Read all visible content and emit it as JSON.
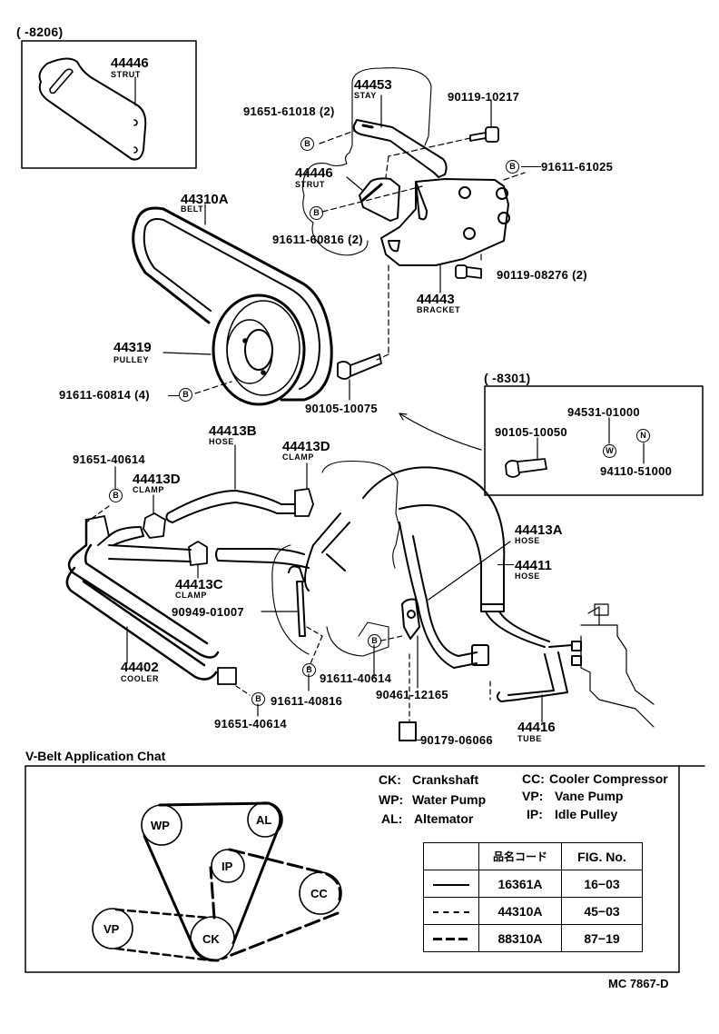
{
  "inset_8206": {
    "range": "(       -8206)",
    "part_no": "44446",
    "part_name": "STRUT"
  },
  "upper_assembly": {
    "stay": {
      "part_no": "44453",
      "part_name": "STAY"
    },
    "bolt_top": "90119-10217",
    "nut_stay": "91651-61018 (2)",
    "bolt_bracket_right": "91611-61025",
    "strut": {
      "part_no": "44446",
      "part_name": "STRUT"
    },
    "bolt_strut": "91611-60816 (2)",
    "bolt_bracket_bottom": "90119-08276 (2)",
    "bracket": {
      "part_no": "44443",
      "part_name": "BRACKET"
    },
    "belt": {
      "part_no": "44310A",
      "part_name": "BELT"
    },
    "pulley": {
      "part_no": "44319",
      "part_name": "PULLEY"
    },
    "bolt_pulley": "91611-60814 (4)",
    "bolt_pivot": "90105-10075",
    "b_symbol": "B"
  },
  "inset_8301": {
    "range": "(       -8301)",
    "bolt": "90105-10050",
    "washer": "94531-01000",
    "nut": "94110-51000",
    "washer_symbol": "W",
    "nut_symbol": "N"
  },
  "lower_assembly": {
    "hose_b": {
      "part_no": "44413B",
      "part_name": "HOSE"
    },
    "clamp_d_right": {
      "part_no": "44413D",
      "part_name": "CLAMP"
    },
    "clamp_d_left": {
      "part_no": "44413D",
      "part_name": "CLAMP"
    },
    "nut_left_top": "91651-40614",
    "hose_a": {
      "part_no": "44413A",
      "part_name": "HOSE"
    },
    "hose_44411": {
      "part_no": "44411",
      "part_name": "HOSE"
    },
    "clamp_c": {
      "part_no": "44413C",
      "part_name": "CLAMP"
    },
    "clip": "90949-01007",
    "cooler": {
      "part_no": "44402",
      "part_name": "COOLER"
    },
    "bolt_mid": "91611-40614",
    "bolt_lower": "91611-40816",
    "nut_lower": "91651-40614",
    "clamp_90461": "90461-12165",
    "clip_90179": "90179-06066",
    "tube": {
      "part_no": "44416",
      "part_name": "TUBE"
    }
  },
  "vbelt_chart": {
    "title": "V-Belt Application Chat",
    "pulleys": {
      "WP": "WP",
      "AL": "AL",
      "IP": "IP",
      "CC": "CC",
      "VP": "VP",
      "CK": "CK"
    },
    "legend": [
      {
        "code": "CK:",
        "name": "Crankshaft"
      },
      {
        "code": "WP:",
        "name": "Water Pump"
      },
      {
        "code": "AL:",
        "name": "Altemator"
      },
      {
        "code": "CC:",
        "name": "Cooler Compressor"
      },
      {
        "code": "VP:",
        "name": "Vane Pump"
      },
      {
        "code": "IP:",
        "name": "Idle Pulley"
      }
    ],
    "table": {
      "headers": [
        "",
        "品名コード",
        "FIG. No."
      ],
      "rows": [
        {
          "line": "solid",
          "code": "16361A",
          "fig": "16−03"
        },
        {
          "line": "dashed",
          "code": "44310A",
          "fig": "45−03"
        },
        {
          "line": "long-dash",
          "code": "88310A",
          "fig": "87−19"
        }
      ]
    }
  },
  "figure_code": "MC 7867-D"
}
